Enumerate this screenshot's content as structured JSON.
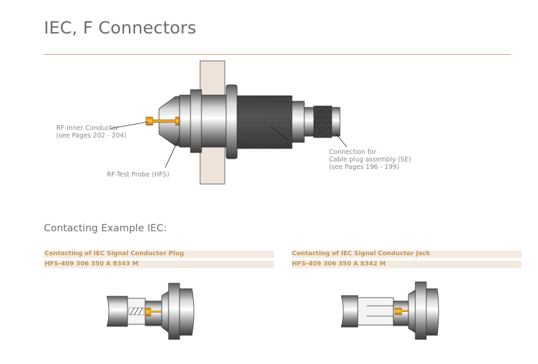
{
  "page": {
    "title": "IEC, F Connectors",
    "accent_color": "#c9a06a"
  },
  "main_figure": {
    "callouts": {
      "inner_conductor_line1": "RF-Inner Conductor",
      "inner_conductor_line2": "(see Pages 202 - 204)",
      "test_probe": "RF-Test Probe (HFS)",
      "connection_line1": "Connection for",
      "connection_line2": "Cable plug assembly (SE)",
      "connection_line3": "(see Pages 196 - 199)"
    }
  },
  "contacting": {
    "heading": "Contacting Example IEC:",
    "examples": [
      {
        "title": "Contacting of IEC Signal Conductor Plug",
        "part_number": "HFS-409 306 350 A 8343 M"
      },
      {
        "title": "Contacting of IEC Signal Conductor Jack",
        "part_number": "HFS-409 306 350 A 8342 M"
      }
    ]
  }
}
